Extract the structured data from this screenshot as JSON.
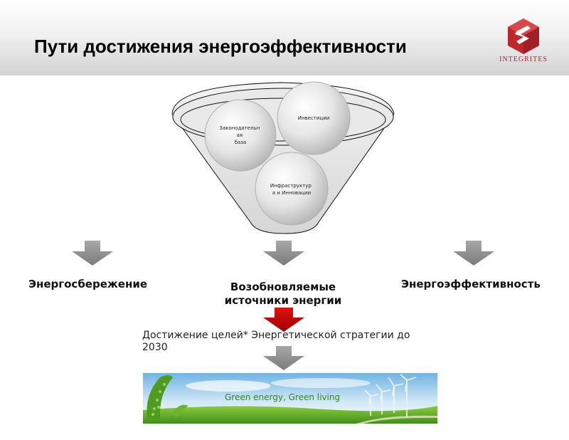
{
  "header": {
    "title": "Пути достижения энергоэффективности",
    "logo_text": "INTEGRITES",
    "brand_color": "#b8262c"
  },
  "funnel": {
    "spheres": [
      {
        "label_lines": [
          "Законодательн",
          "ая",
          "база"
        ]
      },
      {
        "label_lines": [
          "Инвестиции"
        ]
      },
      {
        "label_lines": [
          "Инфраструктур",
          "а и Инновации"
        ]
      }
    ]
  },
  "outcomes": {
    "left": "Энергосбережение",
    "center_lines": [
      "Возобновляемые",
      "источники энергии"
    ],
    "right": "Энергоэффективность"
  },
  "goal_text": "Достижение целей*  Энергетической стратегии до 2030",
  "banner": {
    "text": "Green energy, Green living"
  },
  "colors": {
    "arrow_gray": "#8c8c8c",
    "arrow_red": "#c40000"
  }
}
